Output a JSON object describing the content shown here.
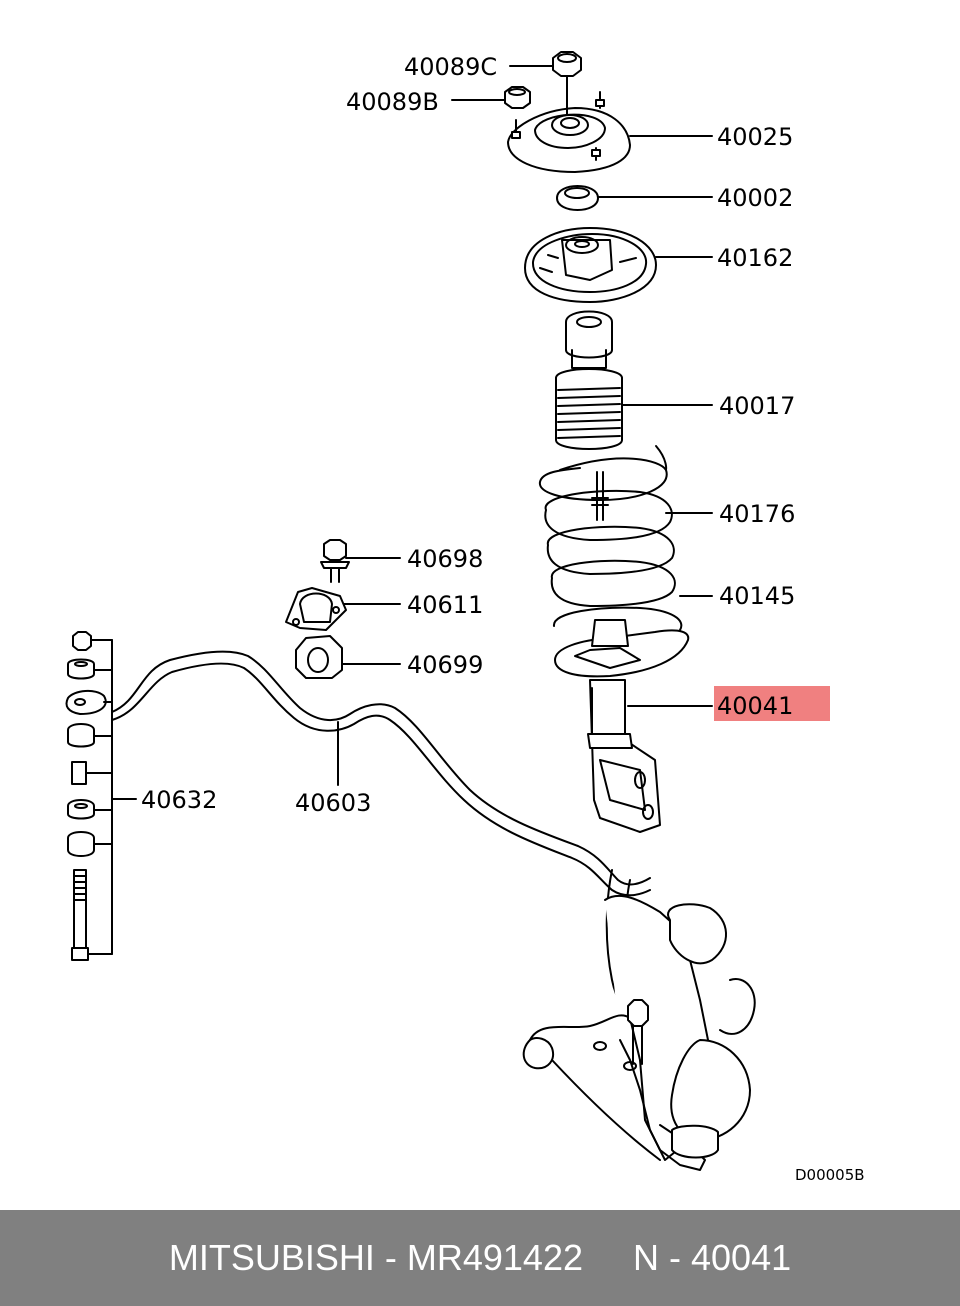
{
  "diagram": {
    "drawing_code": "D00005B",
    "highlight_color": "#f08080",
    "labels": {
      "p40089C": "40089C",
      "p40089B": "40089B",
      "p40025": "40025",
      "p40002": "40002",
      "p40162": "40162",
      "p40017": "40017",
      "p40176": "40176",
      "p40698": "40698",
      "p40611": "40611",
      "p40145": "40145",
      "p40699": "40699",
      "p40041": "40041",
      "p40632": "40632",
      "p40603": "40603"
    }
  },
  "footer": {
    "brand": "MITSUBISHI",
    "sep1": " - ",
    "part_number": "MR491422",
    "gap": "     ",
    "group": "N",
    "sep2": " - ",
    "group_number": "40041",
    "background": "#808080"
  }
}
